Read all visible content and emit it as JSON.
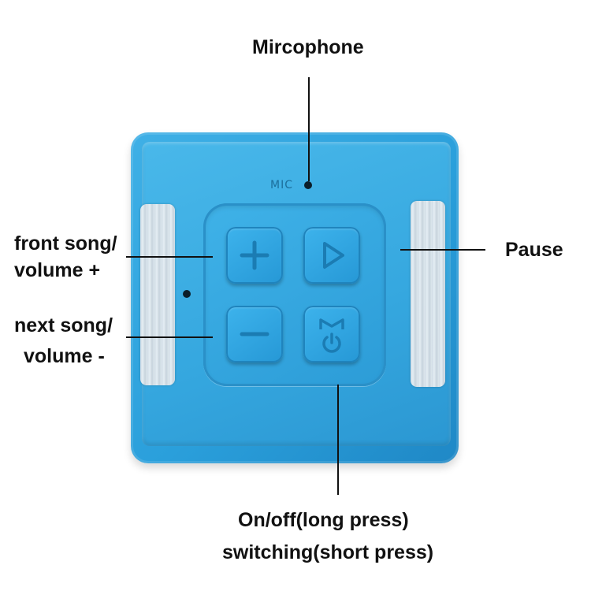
{
  "labels": {
    "microphone": "Mircophone",
    "prev_line1": "front song/",
    "prev_line2": "volume +",
    "next_line1": "next song/",
    "next_line2": "volume -",
    "pause": "Pause",
    "power_line1": "On/off(long press)",
    "power_line2": "switching(short press)"
  },
  "device": {
    "mic_marking": "MIC",
    "buttons": [
      {
        "icon": "plus-icon"
      },
      {
        "icon": "play-icon"
      },
      {
        "icon": "minus-icon"
      },
      {
        "icon": "mode-power-icon"
      }
    ],
    "colors": {
      "body": "#2a9fdb",
      "label_text": "#111111"
    }
  }
}
